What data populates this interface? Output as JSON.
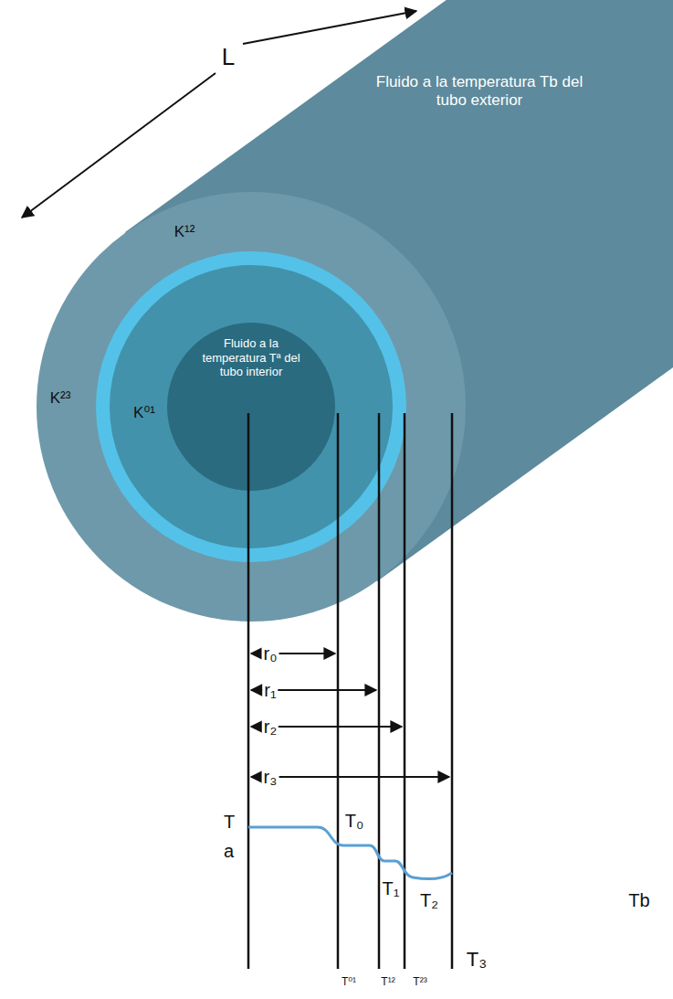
{
  "diagram": {
    "nodes": [
      {
        "text": [
          "Fluido a la temperatura Tb del tubo exterior"
        ]
      },
      {
        "text": [
          "Fluido a la temperatura Tª del tubo interior"
        ],
        "in": 0
      }
    ],
    "labels": [
      "L",
      "K¹²",
      "K²³",
      "K⁰¹",
      "r₀",
      "r₁",
      "r₂",
      "r₃",
      "T a",
      "T₀",
      "T₁",
      "T₂",
      "Tb",
      "T⁰¹",
      "T¹²",
      "T²³",
      "T₃"
    ]
  }
}
